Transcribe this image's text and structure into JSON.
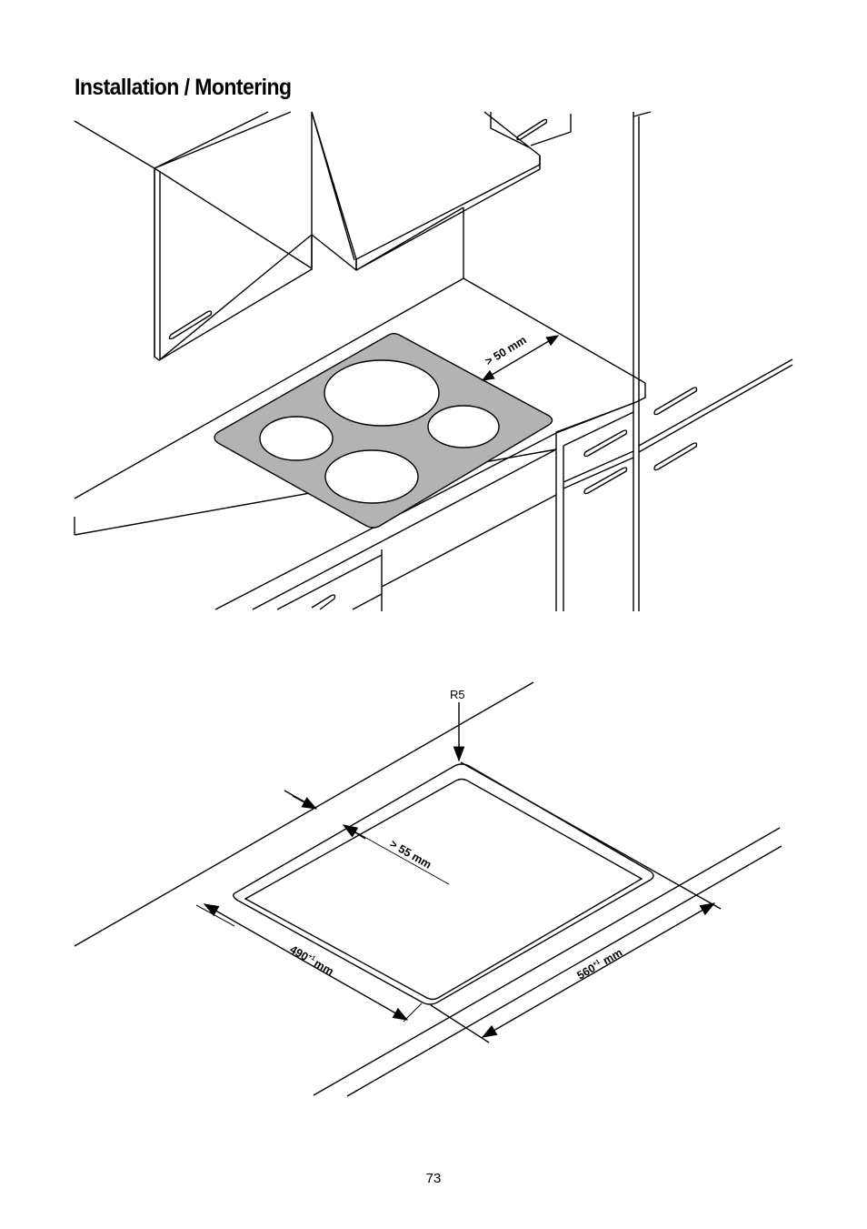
{
  "page": {
    "title": "Installation / Montering",
    "page_number": "73"
  },
  "kitchen_figure": {
    "clearance_label": "> 50 mm"
  },
  "cutout_figure": {
    "radius_label": "R5",
    "edge_distance_label": "> 55 mm",
    "depth_label": "490",
    "depth_sup": "+1",
    "width_label": "560",
    "width_sup": "+1",
    "unit": "mm"
  }
}
